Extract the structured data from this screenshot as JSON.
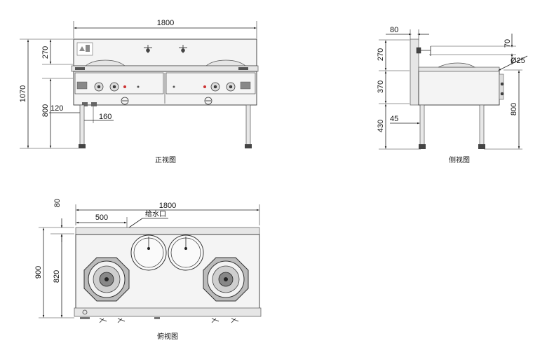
{
  "views": {
    "front": {
      "caption": "正视图",
      "dims": {
        "width": "1800",
        "top": "270",
        "total": "1070",
        "body": "800",
        "a": "120",
        "b": "160"
      }
    },
    "side": {
      "caption": "侧视图",
      "dims": {
        "top": "80",
        "h1": "270",
        "h2": "370",
        "h3": "430",
        "leg": "45",
        "pipe": "70",
        "dia": "Ø25",
        "body": "800"
      }
    },
    "top": {
      "caption": "俯视图",
      "water_inlet": "给水口",
      "dims": {
        "width": "1800",
        "offset": "500",
        "back": "80",
        "depth": "900",
        "inner": "820"
      }
    }
  }
}
